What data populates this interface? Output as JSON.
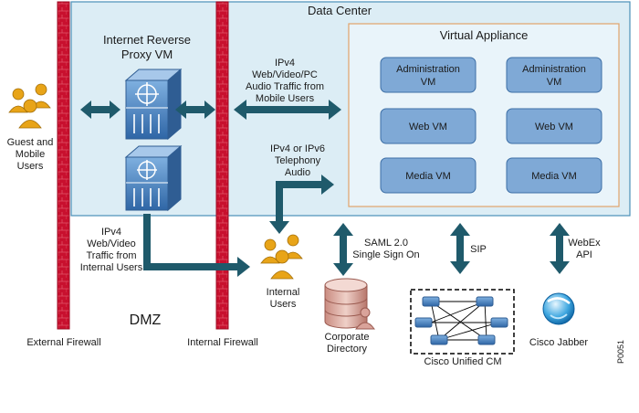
{
  "zones": {
    "data_center": "Data Center",
    "virtual_appliance": "Virtual Appliance",
    "dmz": "DMZ"
  },
  "proxy": {
    "title_line1": "Internet Reverse",
    "title_line2": "Proxy VM"
  },
  "vms": [
    {
      "line1": "Administration",
      "line2": "VM"
    },
    {
      "line1": "Administration",
      "line2": "VM"
    },
    {
      "line1": "Web VM",
      "line2": ""
    },
    {
      "line1": "Web VM",
      "line2": ""
    },
    {
      "line1": "Media VM",
      "line2": ""
    },
    {
      "line1": "Media VM",
      "line2": ""
    }
  ],
  "flows": {
    "mobile_traffic": [
      "IPv4",
      "Web/Video/PC",
      "Audio Traffic from",
      "Mobile Users"
    ],
    "telephony": [
      "IPv4 or IPv6",
      "Telephony",
      "Audio"
    ],
    "internal_traffic": [
      "IPv4",
      "Web/Video",
      "Traffic from",
      "Internal Users"
    ],
    "saml": [
      "SAML 2.0",
      "Single Sign On"
    ],
    "sip": [
      "SIP"
    ],
    "webex": [
      "WebEx",
      "API"
    ]
  },
  "actors": {
    "guest_users": [
      "Guest and",
      "Mobile",
      "Users"
    ],
    "internal_users": [
      "Internal",
      "Users"
    ],
    "corporate_directory": [
      "Corporate",
      "Directory"
    ],
    "cucm": "Cisco Unified CM",
    "jabber": "Cisco Jabber"
  },
  "firewalls": {
    "external": "External Firewall",
    "internal": "Internal Firewall"
  },
  "figure_id": "P0051",
  "colors": {
    "zone_fill": "#dcedf5",
    "zone_stroke": "#4a90b8",
    "firewall": "#c8102e",
    "arrow": "#1f5a6b",
    "vm_fill": "#7fa9d6",
    "vm_stroke": "#3c6ea5",
    "device": "#4a7fbf",
    "people": "#e8a418"
  },
  "icons": {
    "proxy_device": "router-switch-icon",
    "users": "people-group-icon",
    "directory": "database-icon",
    "cucm": "switch-cluster-icon",
    "jabber": "jabber-logo-icon"
  }
}
